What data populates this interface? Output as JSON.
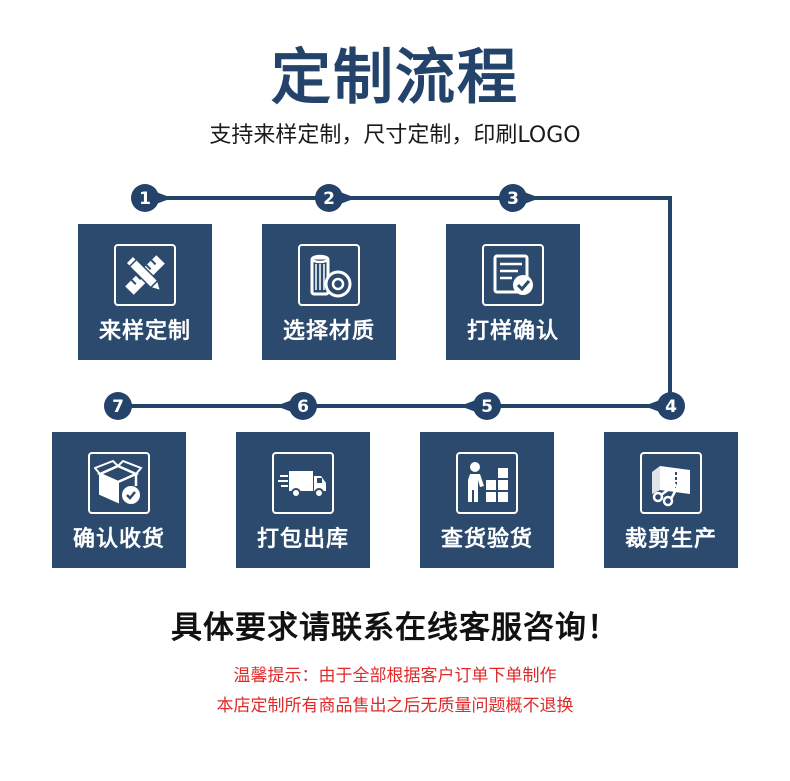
{
  "page": {
    "title": "定制流程",
    "subtitle": "支持来样定制，尺寸定制，印刷LOGO",
    "contact": "具体要求请联系在线客服咨询！",
    "notice_line1": "温馨提示：由于全部根据客户订单下单制作",
    "notice_line2": "本店定制所有商品售出之后无质量问题概不退换"
  },
  "colors": {
    "navy": "#24436a",
    "box": "#2c4a6e",
    "notice": "#e02a2a"
  },
  "steps": [
    {
      "number": "1",
      "label": "来样定制",
      "icon": "pencil-ruler-icon"
    },
    {
      "number": "2",
      "label": "选择材质",
      "icon": "material-rolls-icon"
    },
    {
      "number": "3",
      "label": "打样确认",
      "icon": "document-check-icon"
    },
    {
      "number": "4",
      "label": "裁剪生产",
      "icon": "scissors-cutting-icon"
    },
    {
      "number": "5",
      "label": "查货验货",
      "icon": "inspection-worker-icon"
    },
    {
      "number": "6",
      "label": "打包出库",
      "icon": "delivery-truck-icon"
    },
    {
      "number": "7",
      "label": "确认收货",
      "icon": "package-check-icon"
    }
  ]
}
